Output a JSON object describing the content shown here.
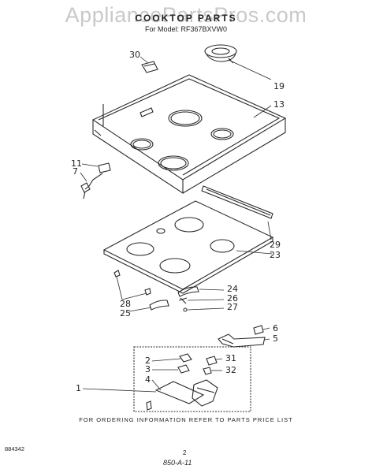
{
  "watermark": "AppliancePartsPros.com",
  "title": "COOKTOP PARTS",
  "model": "For Model: RF367BXVW0",
  "callouts": {
    "c30": "30",
    "c19": "19",
    "c13": "13",
    "c11": "11",
    "c7": "7",
    "c29": "29",
    "c23": "23",
    "c24": "24",
    "c26": "26",
    "c27": "27",
    "c28": "28",
    "c25": "25",
    "c6": "6",
    "c5": "5",
    "c2": "2",
    "c3": "3",
    "c4": "4",
    "c1": "1",
    "c31": "31",
    "c32": "32"
  },
  "footer": "FOR ORDERING INFORMATION REFER TO PARTS PRICE LIST",
  "doc_number": "884342",
  "page_number": "2",
  "sheet_code": "850-A-11"
}
